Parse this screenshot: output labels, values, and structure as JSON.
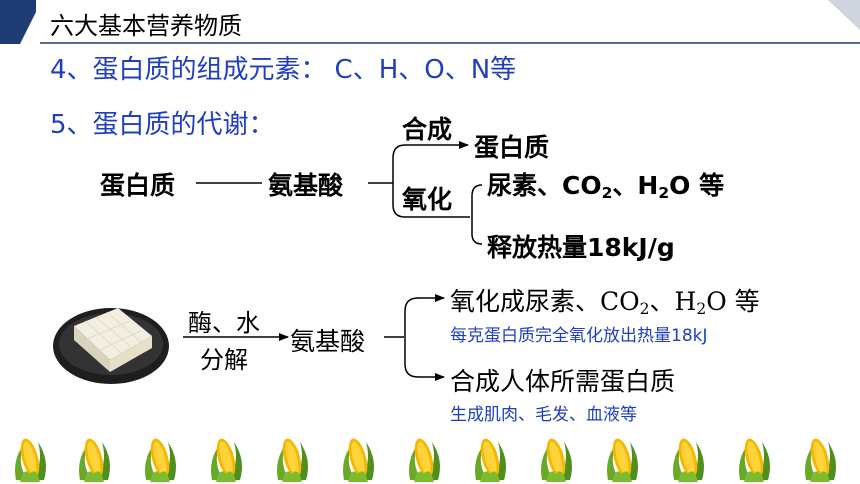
{
  "header": {
    "title": "六大基本营养物质"
  },
  "points": {
    "p4_label": "4、蛋白质的组成元素：",
    "p4_elements": "C、H、O、N等",
    "p5_label": "5、蛋白质的代谢："
  },
  "diagram1": {
    "start": "蛋白质",
    "middle": "氨基酸",
    "branch_synthesis": "合成",
    "synthesis_product": "蛋白质",
    "branch_oxidation": "氧化",
    "oxidation_a": "尿素、CO",
    "oxidation_sub1": "2",
    "oxidation_b": "、H",
    "oxidation_sub2": "2",
    "oxidation_c": "O 等",
    "heat": "释放热量18kJ/g"
  },
  "diagram2": {
    "arrow_top": "酶、水",
    "arrow_bottom": "分解",
    "middle": "氨基酸",
    "upper_a": "氧化成尿素、CO",
    "upper_sub1": "2",
    "upper_b": "、H",
    "upper_sub2": "2",
    "upper_c": "O  等",
    "upper_note": "每克蛋白质完全氧化放出热量18kJ",
    "lower": "合成人体所需蛋白质",
    "lower_note": "生成肌肉、毛发、血液等"
  },
  "colors": {
    "header_accent": "#1f3b73",
    "blue_text": "#1f3fbf",
    "line": "#000000"
  }
}
